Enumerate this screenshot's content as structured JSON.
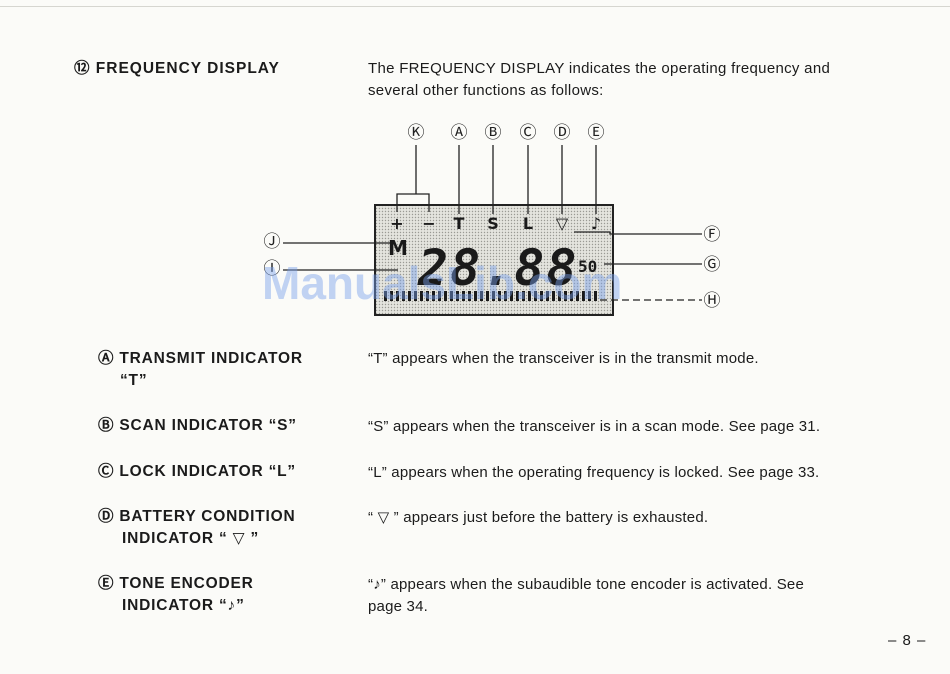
{
  "section": {
    "title": "⑫ FREQUENCY DISPLAY",
    "intro_line1": "The FREQUENCY DISPLAY indicates the operating frequency and",
    "intro_line2": "several other functions as follows:"
  },
  "diagram": {
    "callouts_top": [
      "Ⓚ",
      "Ⓐ",
      "Ⓑ",
      "Ⓒ",
      "Ⓓ",
      "Ⓔ"
    ],
    "callouts_right": [
      "Ⓕ",
      "Ⓖ",
      "Ⓗ"
    ],
    "callouts_left": [
      "Ⓙ",
      "Ⓘ"
    ],
    "lcd_top_symbols": [
      "+",
      "−",
      "T",
      "S",
      "L",
      "▽",
      "♪"
    ],
    "lcd_mode_letter": "M",
    "lcd_digits": "28.88",
    "lcd_small_digits": "50"
  },
  "watermark": "ManualsLib.com",
  "indicators": [
    {
      "label_line1": "Ⓐ TRANSMIT INDICATOR",
      "label_line2": "“T”",
      "desc_line1": "“T” appears when the transceiver is in the transmit mode.",
      "desc_line2": ""
    },
    {
      "label_line1": "Ⓑ SCAN INDICATOR “S”",
      "label_line2": "",
      "desc_line1": "“S” appears when the transceiver is in a scan mode.  See page 31.",
      "desc_line2": ""
    },
    {
      "label_line1": "Ⓒ LOCK INDICATOR “L”",
      "label_line2": "",
      "desc_line1": "“L” appears when the operating frequency is locked.  See page 33.",
      "desc_line2": ""
    },
    {
      "label_line1": "Ⓓ BATTERY CONDITION",
      "label_line2": "INDICATOR “ ▽ ”",
      "desc_line1": "“ ▽ ” appears just before the battery is exhausted.",
      "desc_line2": ""
    },
    {
      "label_line1": "Ⓔ TONE ENCODER",
      "label_line2": "INDICATOR “♪”",
      "desc_line1": "“♪” appears when the subaudible tone encoder is activated.  See",
      "desc_line2": "page 34."
    }
  ],
  "page_number": "– 8 –"
}
